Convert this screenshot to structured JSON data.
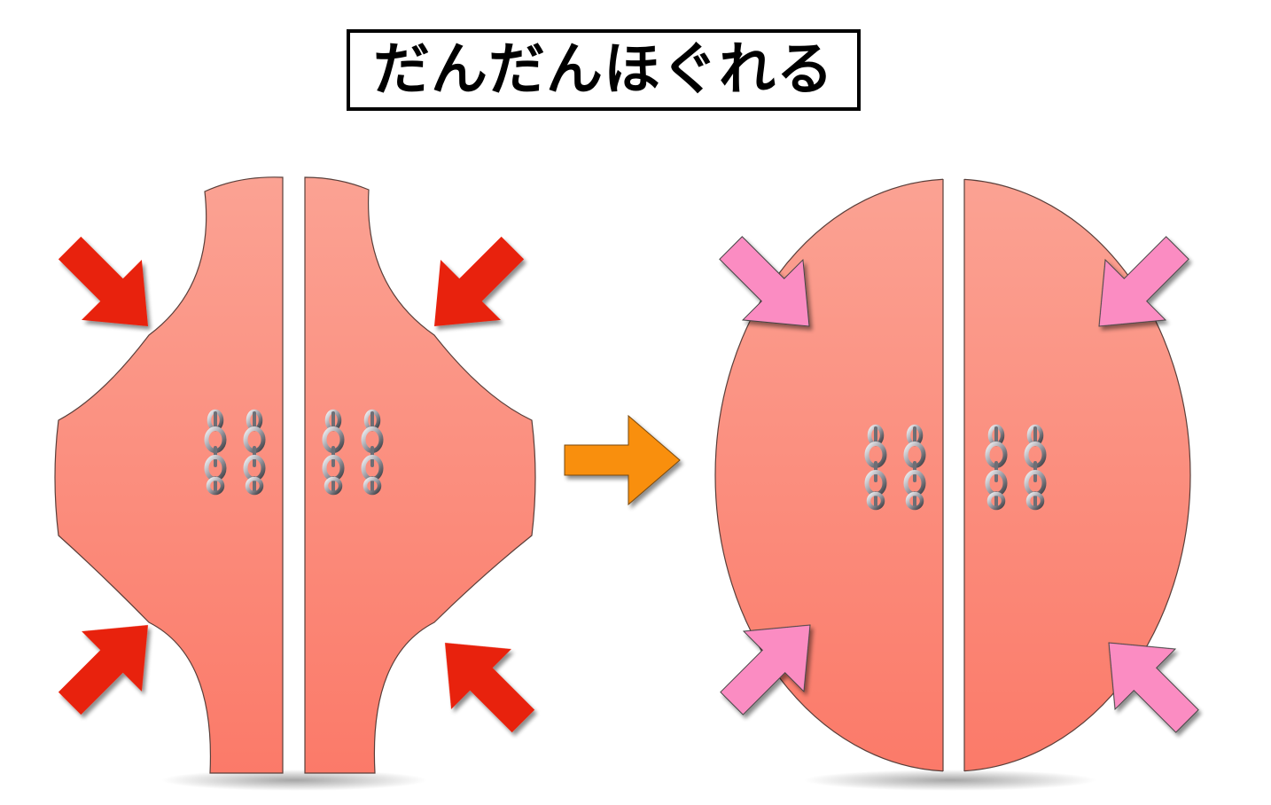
{
  "title": "だんだんほぐれる",
  "colors": {
    "shape_top": "#fba293",
    "shape_bottom": "#fb7a69",
    "shape_stroke": "#5a3f3a",
    "compress_arrow": "#e8230f",
    "loosen_arrow": "#fb8cc2",
    "transition_arrow": "#f98f0c",
    "chain": "#a9a9b0"
  },
  "panels": [
    {
      "id": "before",
      "state": "compressed",
      "arrow_color": "compress_arrow",
      "chain_groups": 2
    },
    {
      "id": "after",
      "state": "loosened",
      "arrow_color": "loosen_arrow",
      "chain_groups": 2
    }
  ],
  "icons": {
    "chain": "chain-icon",
    "arrow": "arrow-icon"
  }
}
